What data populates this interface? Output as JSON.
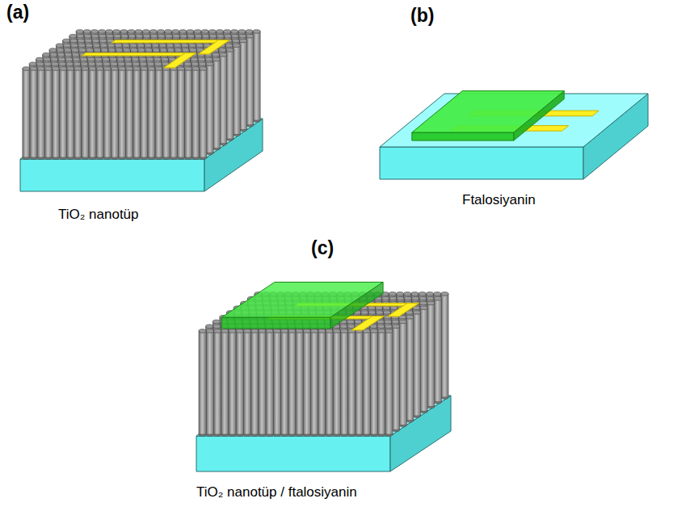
{
  "diagram": {
    "labels": [
      "(a)",
      "(b)",
      "(c)",
      "TiO₂ nanotüp",
      "Ftalosiyanin",
      "TiO₂ nanotüp / ftalosiyanin"
    ]
  }
}
